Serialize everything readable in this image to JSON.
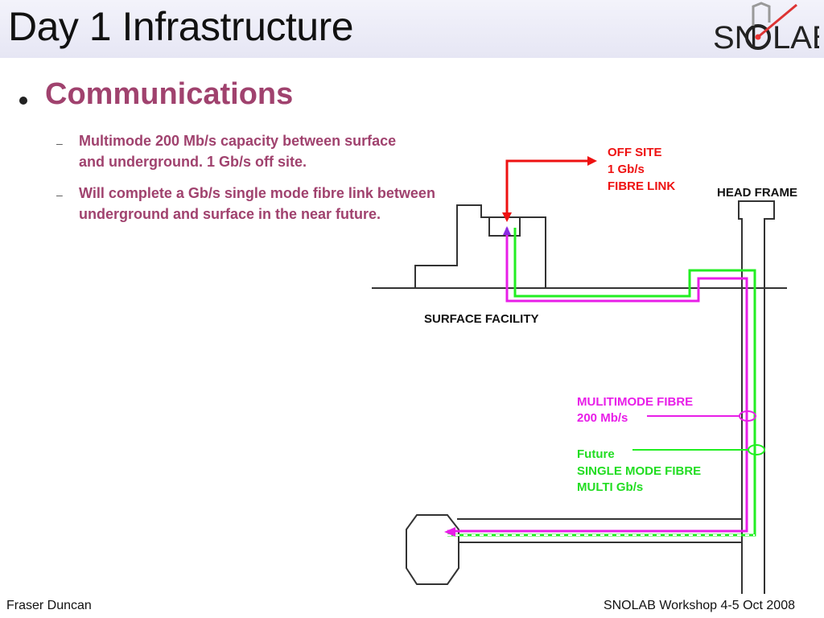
{
  "slide": {
    "title": "Day 1 Infrastructure",
    "logo_text_left": "SN",
    "logo_text_right": "LAB",
    "heading": "Communications",
    "bullets": [
      "Multimode 200 Mb/s capacity between surface and underground.  1 Gb/s off site.",
      "Will complete a Gb/s single mode fibre link between underground and surface in the near future."
    ],
    "dash_glyph": "–"
  },
  "diagram": {
    "off_site": [
      "OFF SITE",
      "1 Gb/s",
      "FIBRE LINK"
    ],
    "head_frame": "HEAD FRAME",
    "surface_facility": "SURFACE FACILITY",
    "multimode": [
      "MULITIMODE FIBRE",
      "200 Mb/s"
    ],
    "future": [
      "Future",
      "SINGLE MODE FIBRE",
      "MULTI Gb/s"
    ],
    "colors": {
      "red": "#ee1111",
      "magenta": "#e81ee8",
      "green": "#22ee22",
      "outline": "#333333",
      "heading": "#a0426e"
    }
  },
  "footer": {
    "author": "Fraser Duncan",
    "event": "SNOLAB Workshop 4-5 Oct 2008"
  }
}
